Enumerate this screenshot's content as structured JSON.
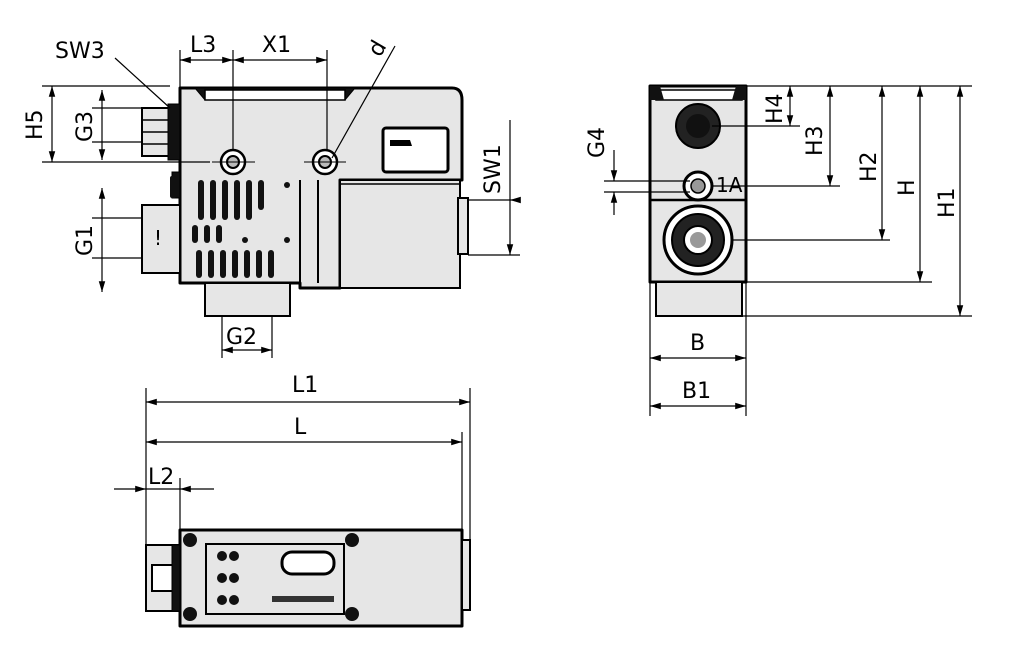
{
  "labels": {
    "sw3": "SW3",
    "l3": "L3",
    "x1": "X1",
    "d": "d",
    "h5": "H5",
    "g3": "G3",
    "sw1": "SW1",
    "g1": "G1",
    "g2": "G2",
    "l1": "L1",
    "l": "L",
    "l2": "L2",
    "g4": "G4",
    "h4": "H4",
    "h3": "H3",
    "h2": "H2",
    "h": "H",
    "h1": "H1",
    "b": "B",
    "b1": "B1"
  },
  "colors": {
    "body_fill": "#e6e6e6",
    "line": "#000000"
  }
}
